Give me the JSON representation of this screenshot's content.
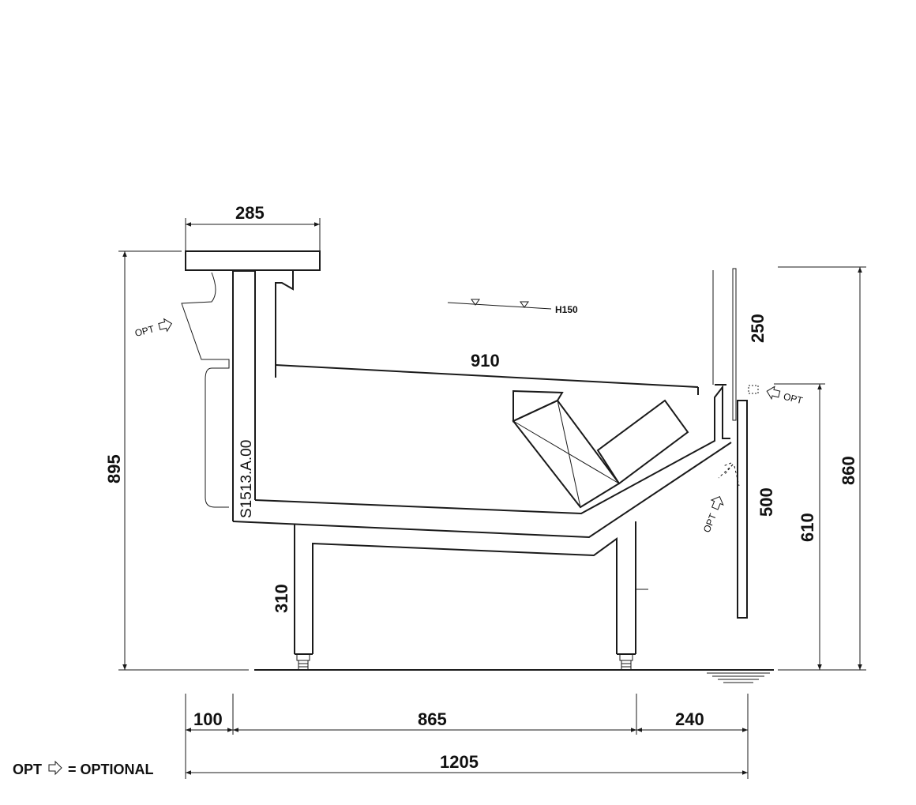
{
  "drawing": {
    "model_code": "S1513.A.00",
    "water_level_label": "H150",
    "dimensions": {
      "top_width": "285",
      "total_height": "895",
      "inner_width": "910",
      "glass_height": "250",
      "rear_height": "860",
      "rear_panel_height": "500",
      "counter_height": "610",
      "leg_height": "310",
      "front_overhang": "100",
      "base_span": "865",
      "rear_overhang": "240",
      "total_depth": "1205"
    },
    "optional_tag": "OPT",
    "legend": {
      "label": "OPT",
      "equals": "= OPTIONAL"
    }
  }
}
